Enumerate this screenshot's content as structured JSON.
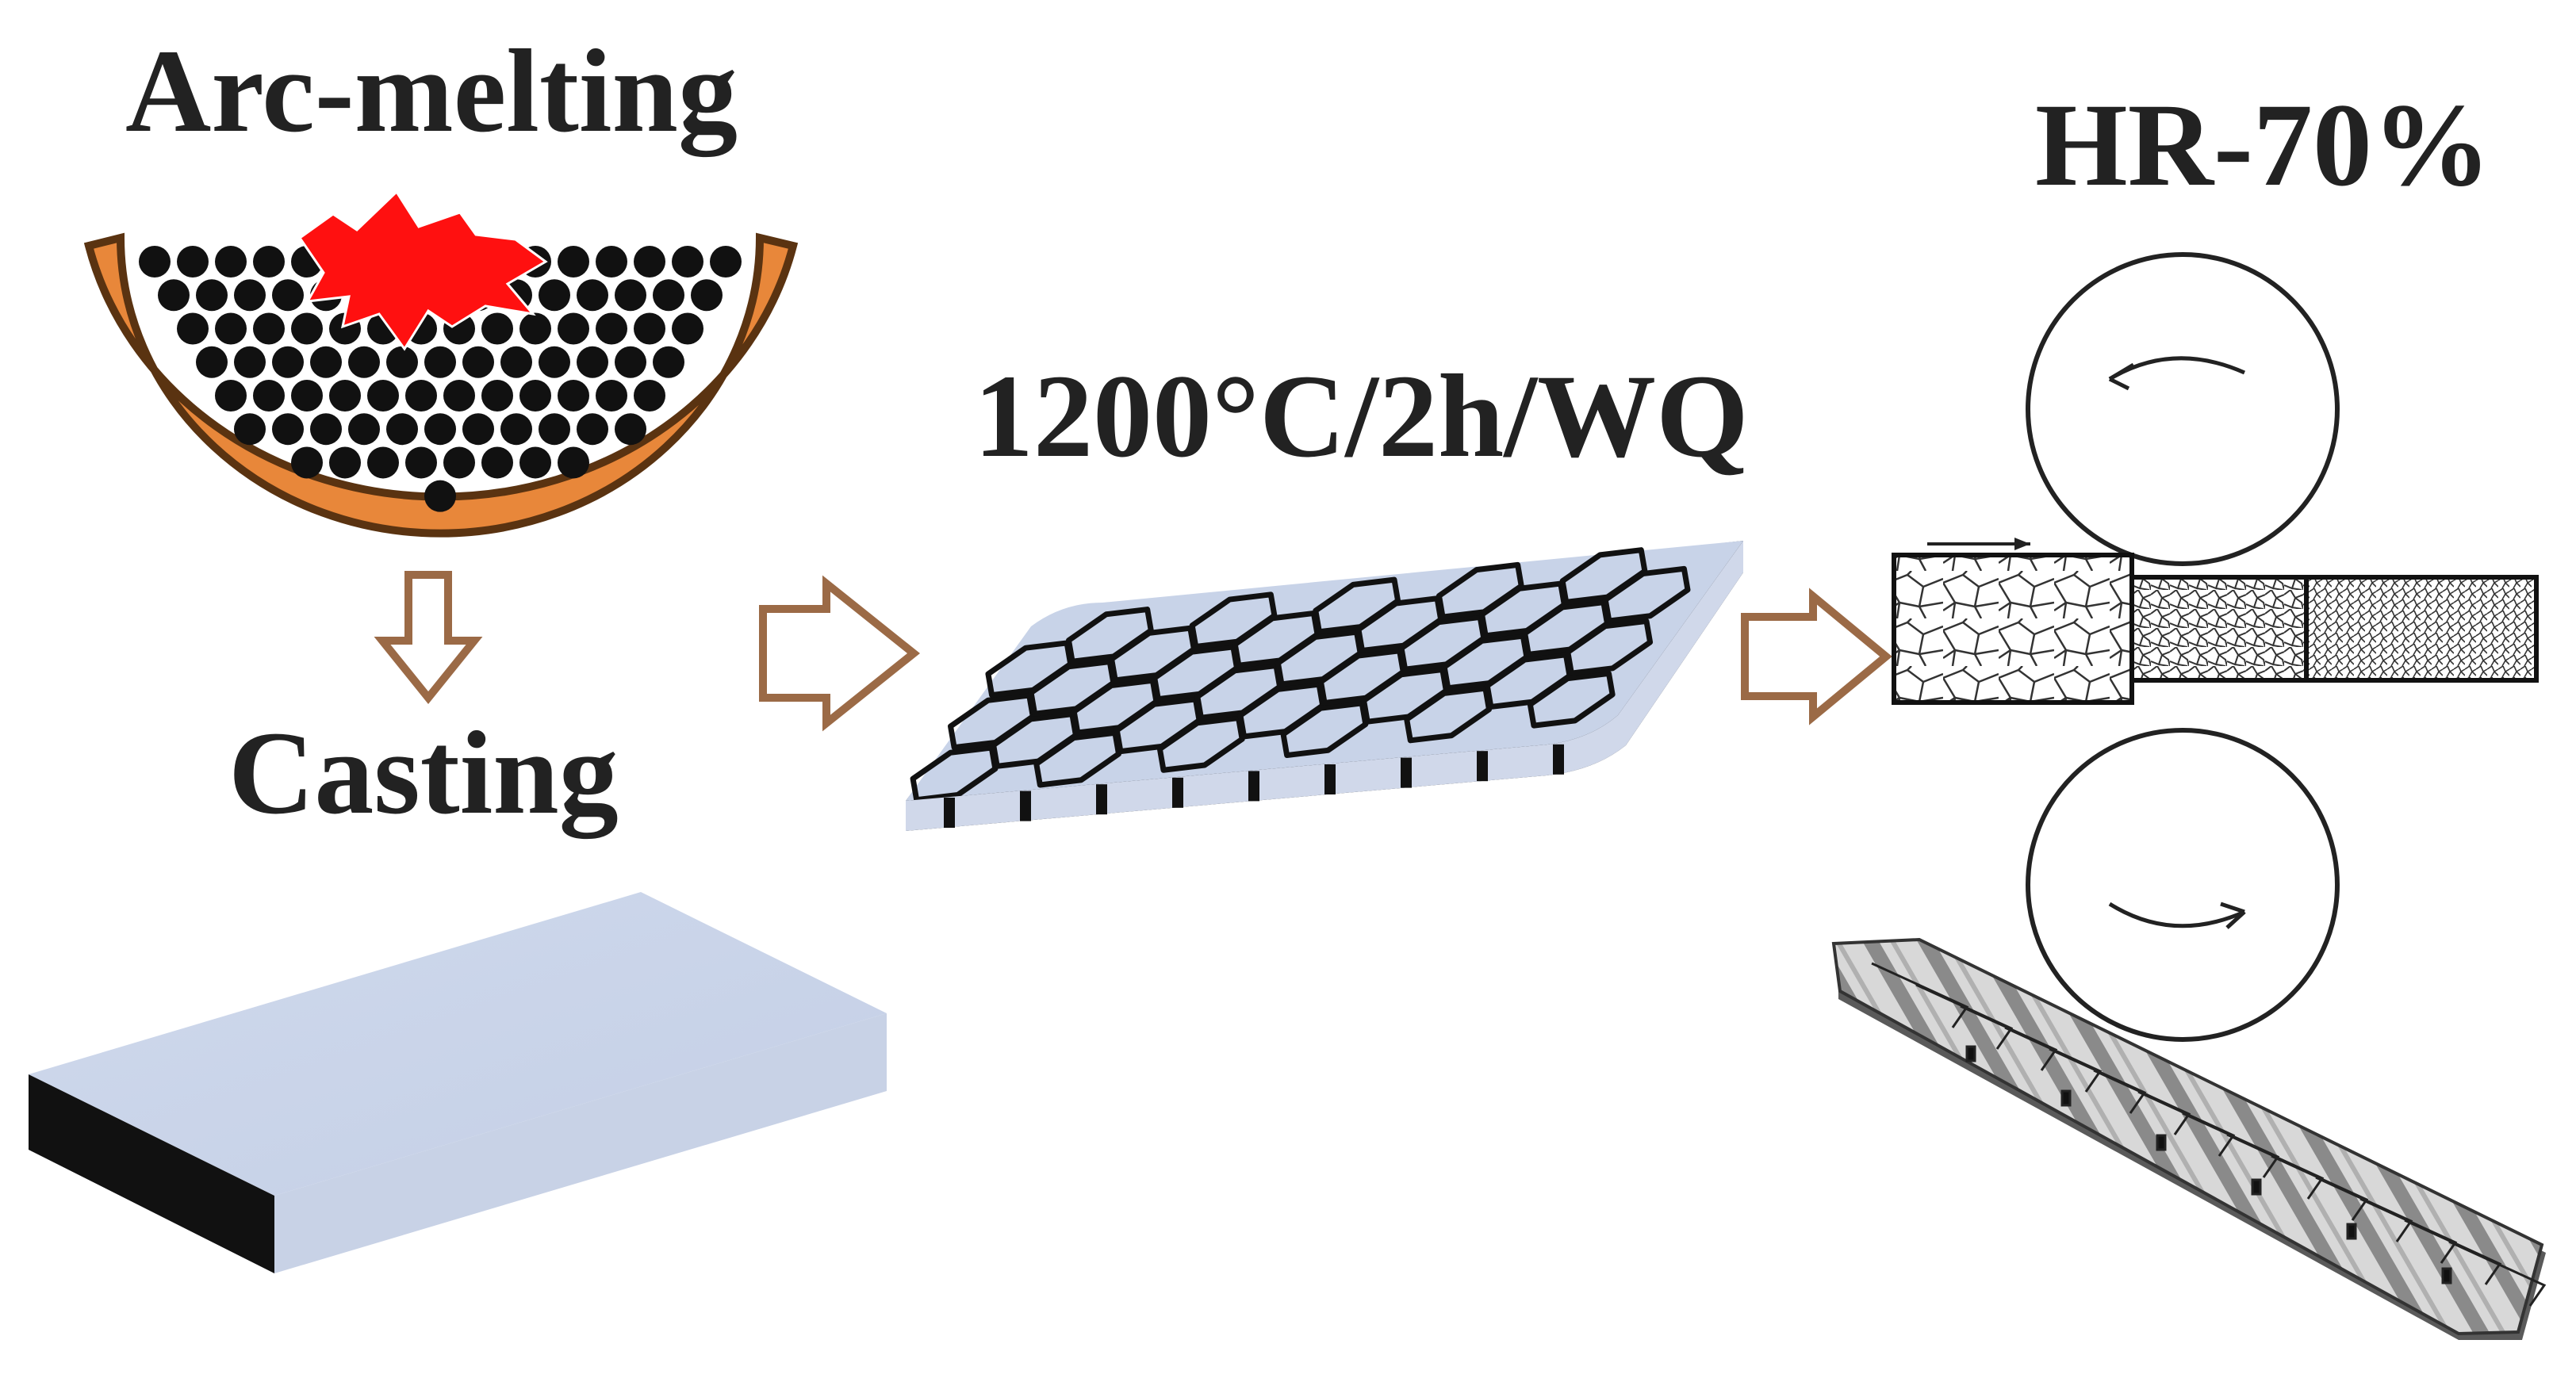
{
  "steps": {
    "arc_melting": "Arc-melting",
    "casting": "Casting",
    "annealing": "1200°C/2h/WQ",
    "hot_rolling": "HR-70%"
  },
  "colors": {
    "crucible": "#e8873a",
    "crucible_edge": "#5a3311",
    "flash": "#ff1010",
    "grain": "#c8d3e8",
    "arrow_outline": "#9b6a46",
    "ink": "#111111",
    "background": "#ffffff"
  }
}
